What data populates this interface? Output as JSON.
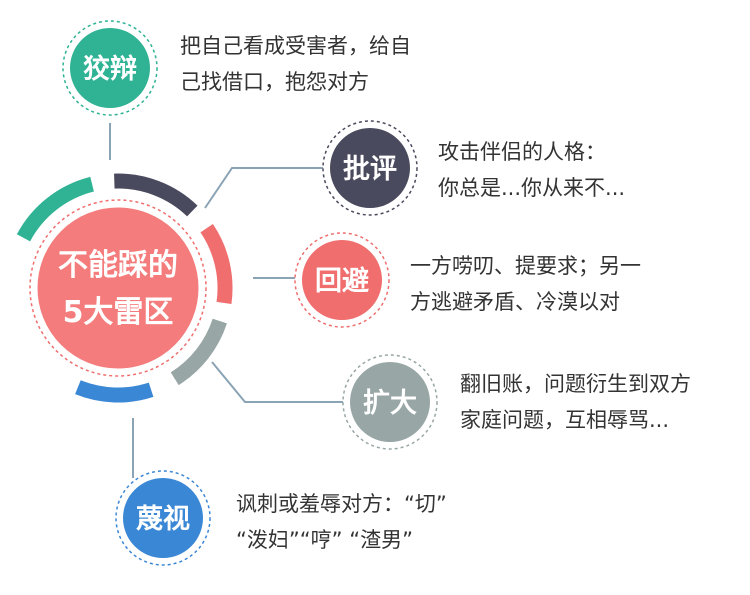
{
  "center": {
    "line1": "不能踩的",
    "line2": "5大雷区"
  },
  "colors": {
    "center_fill": "#f47c7c",
    "teal": "#2fb394",
    "navy": "#4a4a5e",
    "coral": "#f06e6e",
    "gray": "#98a6a6",
    "blue": "#3a87d5",
    "connector": "#8aa3b5"
  },
  "items": [
    {
      "label": "狡辩",
      "lines": [
        "把自己看成受害者，给自",
        "己找借口，抱怨对方"
      ],
      "color": "teal"
    },
    {
      "label": "批评",
      "lines": [
        "攻击伴侣的人格：",
        "你总是...你从来不..."
      ],
      "color": "navy"
    },
    {
      "label": "回避",
      "lines": [
        "一方唠叨、提要求；另一",
        "方逃避矛盾、冷漠以对"
      ],
      "color": "coral"
    },
    {
      "label": "扩大",
      "lines": [
        "翻旧账，问题衍生到双方",
        "家庭问题，互相辱骂..."
      ],
      "color": "gray"
    },
    {
      "label": "蔑视",
      "lines": [
        "讽刺或羞辱对方：“切”",
        "“泼妇”“哼”  “渣男”"
      ],
      "color": "blue"
    }
  ]
}
